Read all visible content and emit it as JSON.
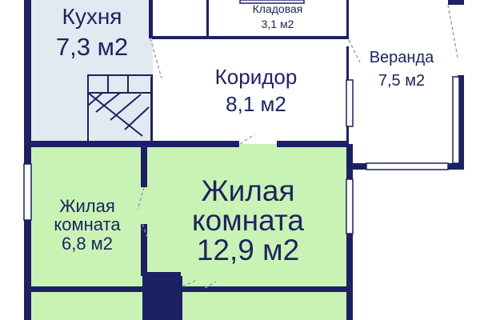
{
  "colors": {
    "wall": "#1c2163",
    "kitchen_fill": "#e3e9f1",
    "living_fill": "#c9f3b4",
    "neutral_fill": "#ffffff",
    "text": "#1e2461",
    "door_swing": "#8d92b8"
  },
  "rooms": {
    "kitchen": {
      "name": "Кухня",
      "area": "7,3 м2"
    },
    "storage": {
      "name": "Кладовая",
      "area": "3,1 м2"
    },
    "veranda": {
      "name": "Веранда",
      "area": "7,5 м2"
    },
    "corridor": {
      "name": "Коридор",
      "area": "8,1 м2"
    },
    "living_large": {
      "name_line1": "Жилая",
      "name_line2": "комната",
      "area": "12,9 м2"
    },
    "living_small": {
      "name_line1": "Жилая",
      "name_line2": "комната",
      "area": "6,8 м2"
    }
  }
}
